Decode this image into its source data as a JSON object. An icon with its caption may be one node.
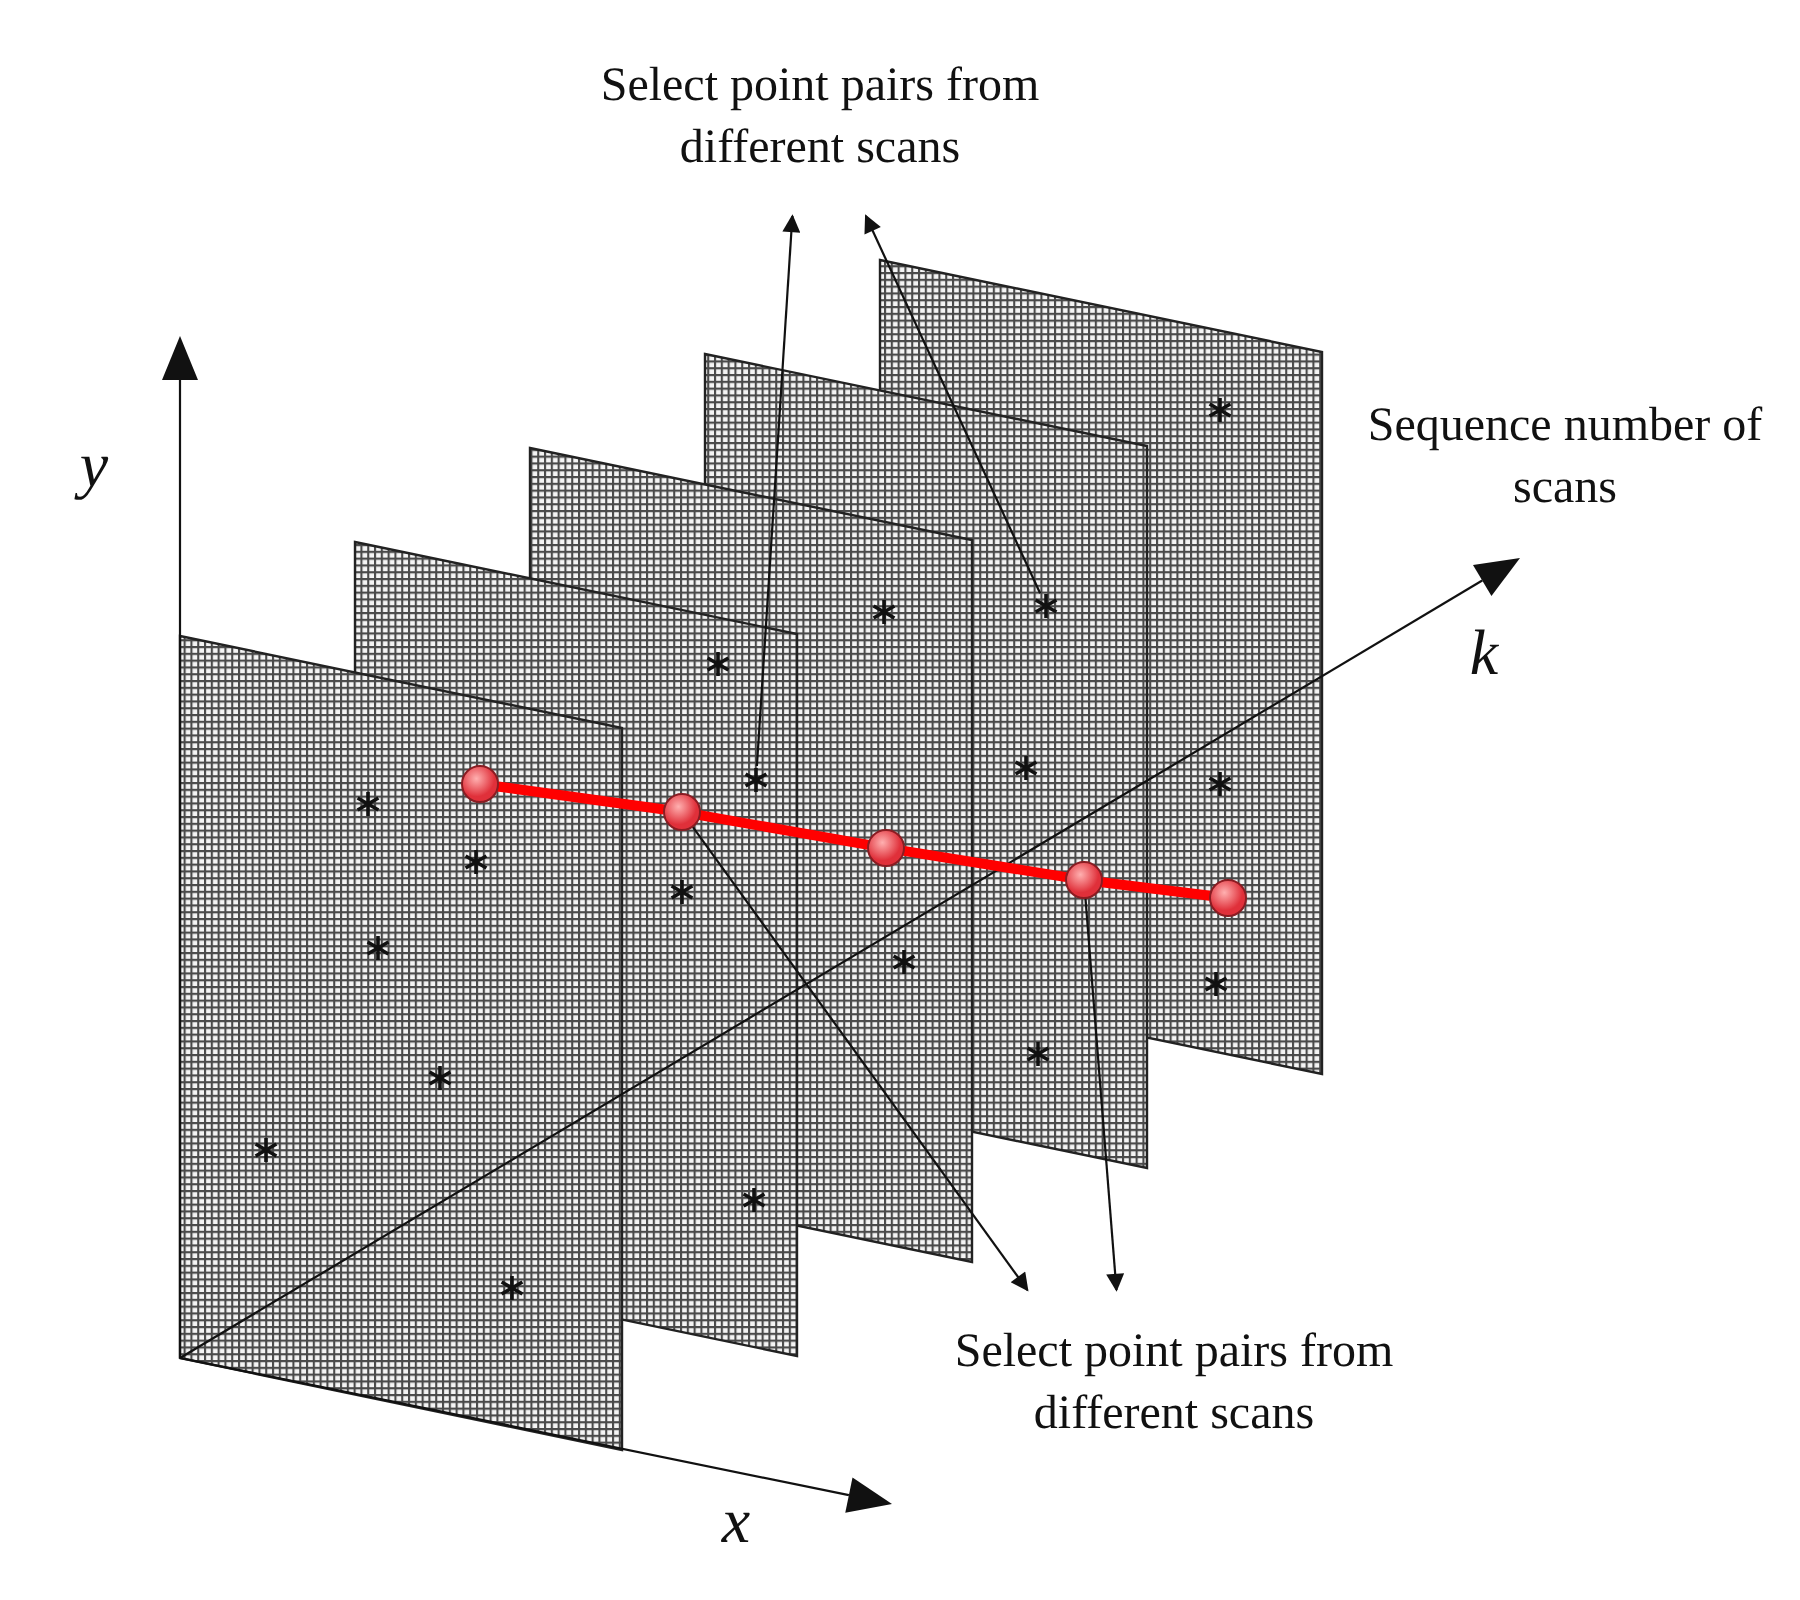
{
  "diagram": {
    "nodes": [
      {
        "text": [
          "Select point pairs from different scans"
        ]
      },
      {
        "text": [
          "Select point pairs from different scans"
        ]
      },
      {
        "text": [],
        "shape": "asterisk"
      },
      {
        "text": [],
        "shape": "asterisk"
      },
      {
        "text": [],
        "shape": "circle"
      },
      {
        "text": [],
        "shape": "circle"
      },
      {
        "text": [],
        "shape": "circle"
      },
      {
        "text": [],
        "shape": "circle"
      },
      {
        "text": [],
        "shape": "circle"
      }
    ],
    "edges": [
      {
        "from": 2,
        "to": 0,
        "arrow": "to"
      },
      {
        "from": 3,
        "to": 0,
        "arrow": "to"
      },
      {
        "from": 5,
        "to": 1,
        "arrow": "to"
      },
      {
        "from": 7,
        "to": 1,
        "arrow": "to"
      },
      {
        "from": 4,
        "to": 5,
        "arrow": "none",
        "style": "thick",
        "color": "#ff0000"
      },
      {
        "from": 5,
        "to": 6,
        "arrow": "none",
        "style": "thick",
        "color": "#ff0000"
      },
      {
        "from": 6,
        "to": 7,
        "arrow": "none",
        "style": "thick",
        "color": "#ff0000"
      },
      {
        "from": 7,
        "to": 8,
        "arrow": "none",
        "style": "thick",
        "color": "#ff0000"
      }
    ],
    "labels": [
      "y",
      "Sequence number of scans",
      "k",
      "x"
    ]
  }
}
